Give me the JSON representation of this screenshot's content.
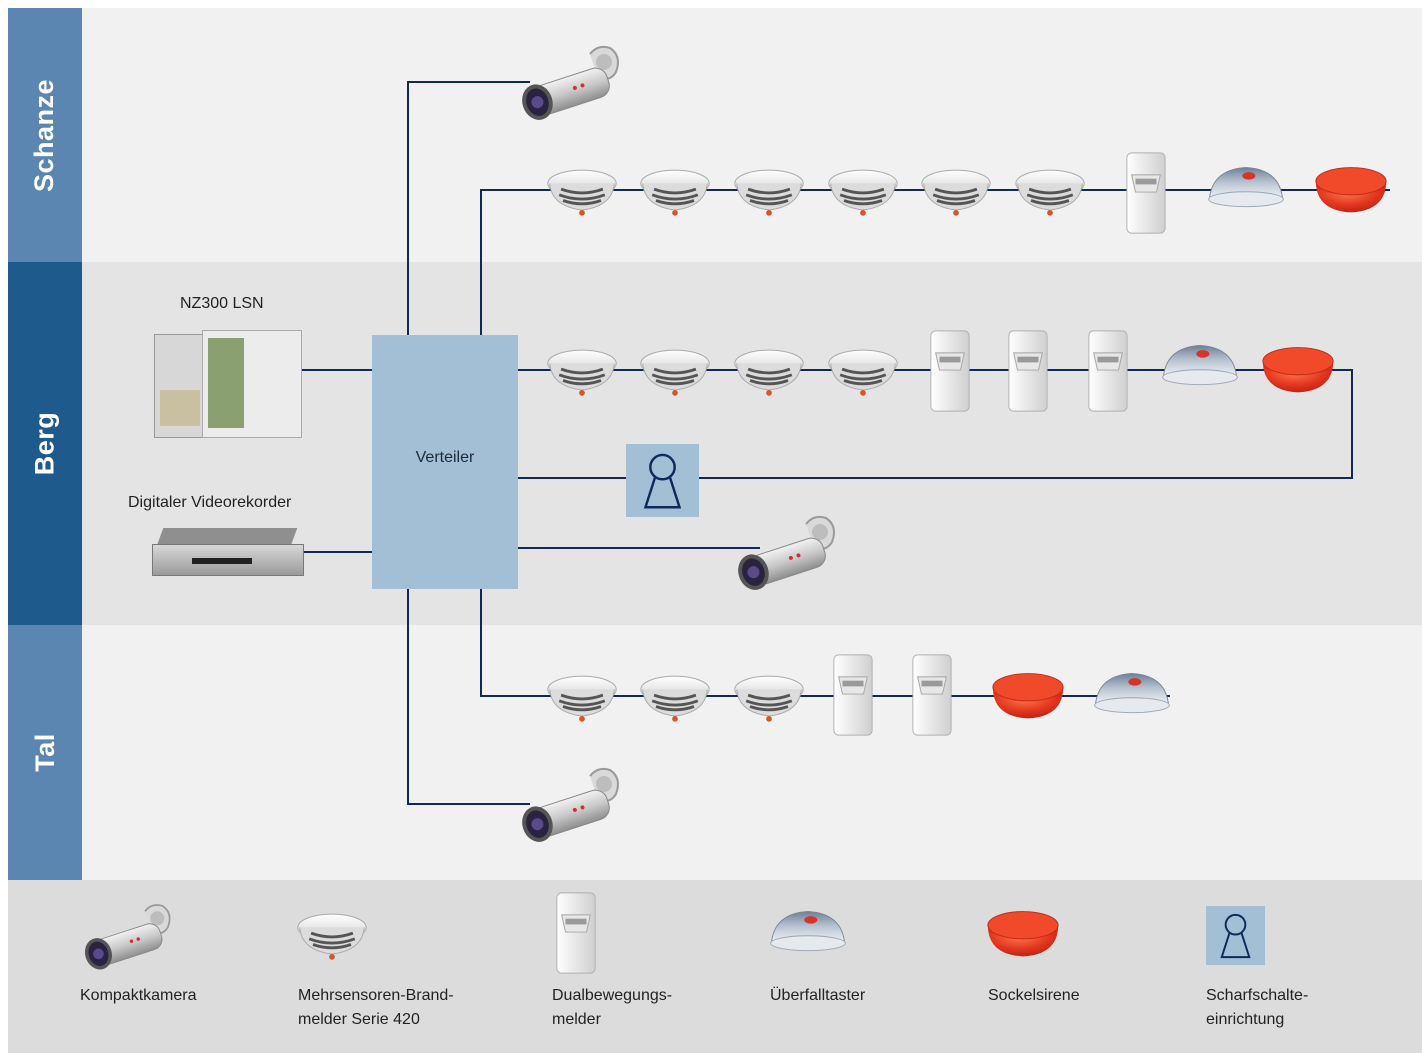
{
  "zones": {
    "top": "Schanze",
    "middle": "Berg",
    "bottom": "Tal"
  },
  "panel_label": "NZ300 LSN",
  "dvr_label": "Digitaler Videorekorder",
  "distributor_label": "Verteiler",
  "legend": [
    {
      "icon": "camera-icon",
      "line1": "Kompaktkamera",
      "line2": ""
    },
    {
      "icon": "smoke-detector-icon",
      "line1": "Mehrsensoren-Brand-",
      "line2": "melder Serie 420"
    },
    {
      "icon": "motion-detector-icon",
      "line1": "Dualbewegungs-",
      "line2": "melder"
    },
    {
      "icon": "panic-button-icon",
      "line1": "Überfalltaster",
      "line2": ""
    },
    {
      "icon": "siren-icon",
      "line1": "Sockelsirene",
      "line2": ""
    },
    {
      "icon": "keyswitch-icon",
      "line1": "Scharfschalte-",
      "line2": "einrichtung"
    }
  ],
  "colors": {
    "zone_top": "#5b86b2",
    "zone_middle": "#1f5a8c",
    "zone_bottom": "#5b86b2",
    "band_light": "#f1f1f1",
    "band_mid": "#e4e4e4",
    "legend_bg": "#dcdcdc",
    "distributor": "#a3bfd6",
    "wire": "#0f2a5a",
    "siren": "#e2351f"
  }
}
